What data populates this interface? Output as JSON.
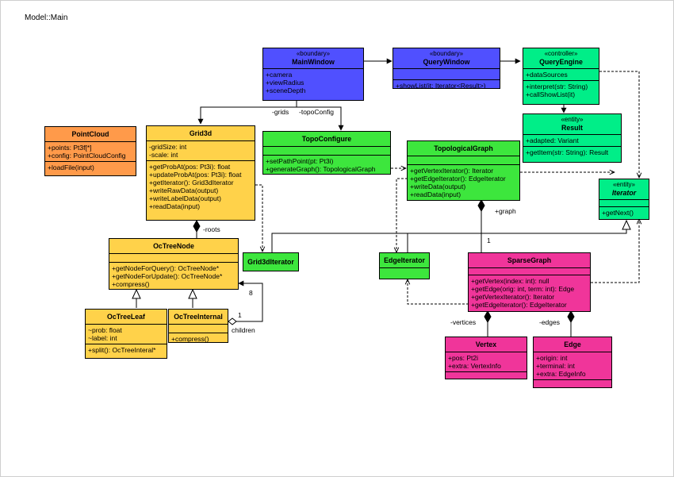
{
  "page_title": "Model::Main",
  "colors": {
    "boundary": "#5050ff",
    "controller": "#00ee88",
    "entity": "#00ee88",
    "grid": "#ffd24a",
    "pointcloud": "#ff9a4a",
    "sparse": "#f0359a",
    "topo": "#3de63d"
  },
  "classes": {
    "main_window": {
      "stereotype": "«boundary»",
      "name": "MainWindow",
      "attributes": [
        "+camera",
        "+viewRadius",
        "+sceneDepth"
      ],
      "operations": []
    },
    "query_window": {
      "stereotype": "«boundary»",
      "name": "QueryWindow",
      "attributes": [],
      "operations": [
        "+showList(it: Iterator<Result>)"
      ]
    },
    "query_engine": {
      "stereotype": "«controller»",
      "name": "QueryEngine",
      "attributes": [
        "+dataSources"
      ],
      "operations": [
        "+interpret(str: String)",
        "+callShowList(it)"
      ]
    },
    "result": {
      "stereotype": "«entity»",
      "name": "Result",
      "attributes": [
        "+adapted: Variant"
      ],
      "operations": [
        "+getItem(str: String): Result"
      ]
    },
    "iterator": {
      "stereotype": "«entity»",
      "name": "Iterator",
      "attributes": [],
      "operations": [
        "+getNext()"
      ]
    },
    "point_cloud": {
      "name": "PointCloud",
      "attributes": [
        "+points: Pt3f[*]",
        "+config: PointCloudConfig"
      ],
      "operations": [
        "+loadFile(input)"
      ]
    },
    "grid3d": {
      "name": "Grid3d",
      "attributes": [
        "-gridSize: int",
        "-scale: int"
      ],
      "operations": [
        "+getProbAt(pos: Pt3i): float",
        "+updateProbAt(pos: Pt3i): float",
        "+getIterator(): Grid3dIterator",
        "+writeRawData(output)",
        "+writeLabelData(output)",
        "+readData(input)"
      ]
    },
    "topo_configure": {
      "name": "TopoConfigure",
      "attributes": [],
      "operations": [
        "+setPathPoint(pt: Pt3i)",
        "+generateGraph(): TopologicalGraph"
      ]
    },
    "topological_graph": {
      "name": "TopologicalGraph",
      "attributes": [],
      "operations": [
        "+getVertexIterator(): Iterator",
        "+getEdgeIterator(): EdgeIterator",
        "+writeData(output)",
        "+readData(input)"
      ]
    },
    "octree_node": {
      "name": "OcTreeNode",
      "attributes": [],
      "operations": [
        "+getNodeForQuery(): OcTreeNode*",
        "+getNodeForUpdate(): OcTreeNode*",
        "+compress()"
      ]
    },
    "grid3d_iterator": {
      "name": "Grid3dIterator"
    },
    "edge_iterator": {
      "name": "EdgeIterator"
    },
    "sparse_graph": {
      "name": "SparseGraph",
      "attributes": [],
      "operations": [
        "+getVertex(index: int): null",
        "+getEdge(orig: int, term: int): Edge",
        "+getVertexIterator(): Iterator",
        "+getEdgeIterator(): EdgeIterator"
      ]
    },
    "octree_leaf": {
      "name": "OcTreeLeaf",
      "attributes": [
        "~prob: float",
        "~label: int"
      ],
      "operations": [
        "+split(): OcTreeInteral*"
      ]
    },
    "octree_internal": {
      "name": "OcTreeInternal",
      "attributes": [],
      "operations": [
        "+compress()"
      ]
    },
    "vertex": {
      "name": "Vertex",
      "attributes": [
        "+pos: Pt2i",
        "+extra: VertexInfo"
      ],
      "operations": []
    },
    "edge": {
      "name": "Edge",
      "attributes": [
        "+origin: int",
        "+terminal: int",
        "+extra: EdgeInfo"
      ],
      "operations": []
    }
  },
  "labels": {
    "grids": "-grids",
    "topo_config": "-topoConfig",
    "roots": "-roots",
    "graph": "+graph",
    "mult_one": "1",
    "mult_eight": "8",
    "mult_one_b": "1",
    "children": "children",
    "vertices": "-vertices",
    "edges": "-edges"
  }
}
